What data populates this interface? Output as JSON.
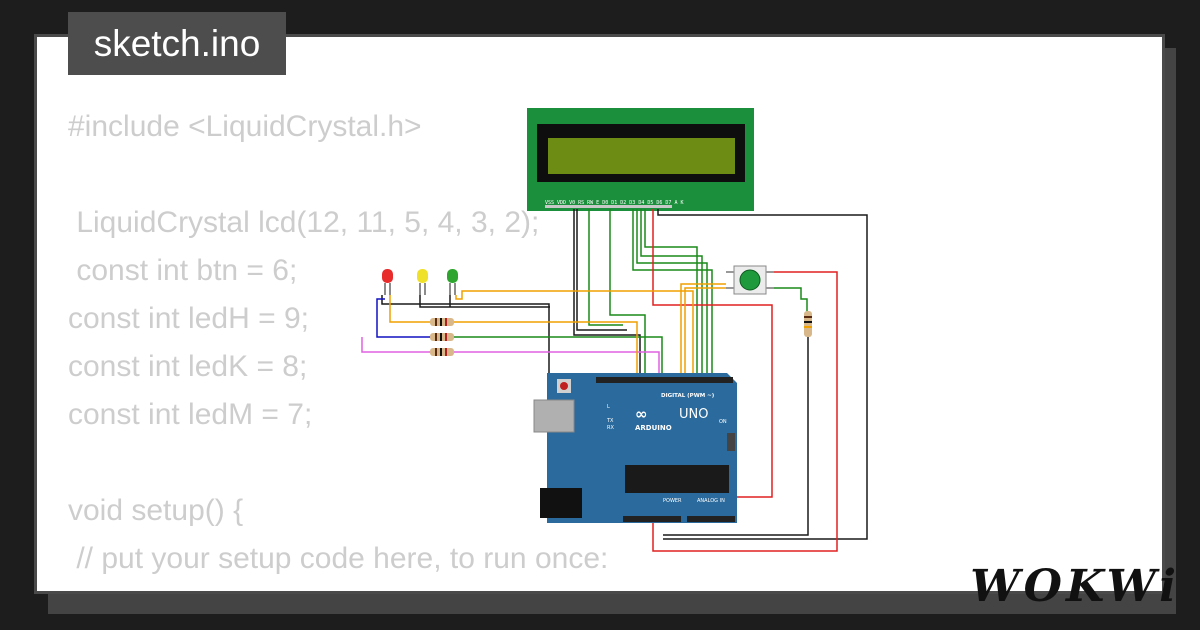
{
  "tab": {
    "filename": "sketch.ino"
  },
  "code_lines": [
    "#include <LiquidCrystal.h>",
    "",
    " LiquidCrystal lcd(12, 11, 5, 4, 3, 2);",
    " const int btn = 6;",
    "const int ledH = 9;",
    "const int ledK = 8;",
    "const int ledM = 7;",
    "",
    "void setup() {",
    " // put your setup code here, to run once:"
  ],
  "board": {
    "model_label": "UNO",
    "brand_label": "ARDUINO",
    "digital_label": "DIGITAL (PWM ~)",
    "power_label": "POWER",
    "analog_label": "ANALOG IN",
    "on_label": "ON",
    "tx_label": "TX",
    "rx_label": "RX",
    "l_label": "L"
  },
  "lcd": {
    "pin_labels": "VSS VDD V0 RS RW E D0 D1 D2 D3 D4 D5 D6 D7 A K"
  },
  "leds": [
    {
      "color": "#e82b2b"
    },
    {
      "color": "#efe02a"
    },
    {
      "color": "#2ea52e"
    }
  ],
  "colors": {
    "board": "#2a6a9c",
    "lcd_board": "#1c8f3c",
    "lcd_screen": "#6c8c14",
    "button": "#1e9a3c"
  },
  "logo": {
    "text": "WOKWi"
  }
}
